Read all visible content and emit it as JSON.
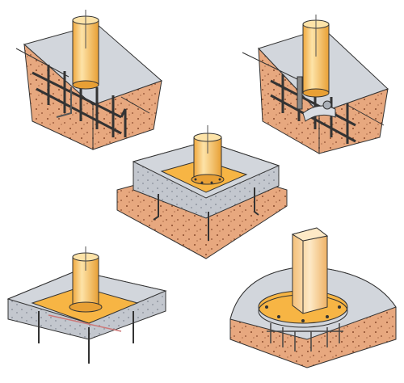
{
  "illustration": {
    "panels": [
      {
        "id": "post-in-reinforced-slab-with-anchor"
      },
      {
        "id": "post-with-bolted-bracket-in-slab"
      },
      {
        "id": "post-on-base-plate-over-grouted-slab"
      },
      {
        "id": "post-on-base-plate-with-through-anchors"
      },
      {
        "id": "square-post-on-round-flange-with-anchor-cage"
      }
    ],
    "colors": {
      "post": "#f6c36a",
      "post_highlight": "#fde3a8",
      "plate": "#f7b544",
      "concrete_top": "#d2d6dc",
      "concrete_side": "#b7bcc4",
      "soil": "#e7a87f",
      "soil_dots": "#8a4a2c",
      "rebar": "#3a3a3a",
      "outline": "#333333"
    }
  }
}
